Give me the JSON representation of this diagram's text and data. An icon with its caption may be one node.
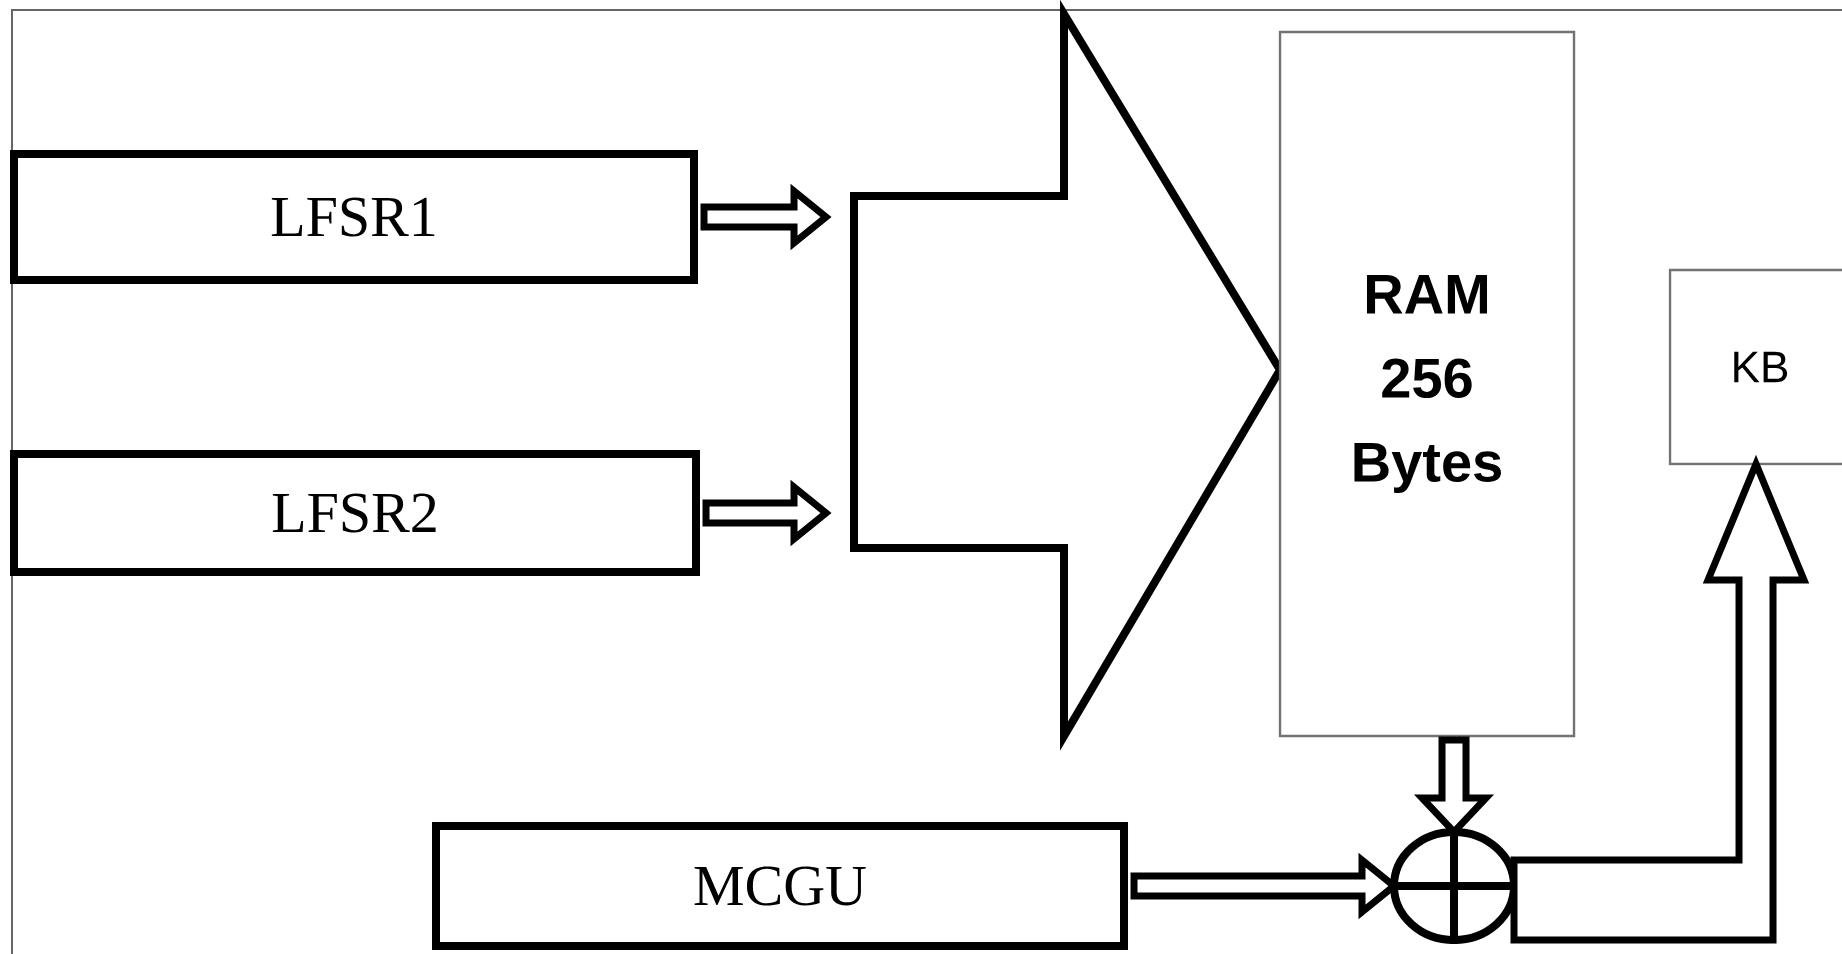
{
  "diagram": {
    "nodes": [
      {
        "text": [
          "LFSR1"
        ]
      },
      {
        "text": [
          "LFSR2"
        ]
      },
      {
        "text": [],
        "shape": "arrow"
      },
      {
        "text": [
          "RAM 256 Bytes"
        ]
      },
      {
        "text": [
          "KB"
        ]
      },
      {
        "text": [
          "MCGU"
        ]
      },
      {
        "text": [],
        "shape": "circle"
      }
    ],
    "edges": [
      {
        "from": 0,
        "to": 2,
        "arrow": "to"
      },
      {
        "from": 1,
        "to": 2,
        "arrow": "to"
      },
      {
        "from": 3,
        "to": 6,
        "arrow": "to"
      },
      {
        "from": 5,
        "to": 6,
        "arrow": "to"
      },
      {
        "from": 6,
        "to": 4,
        "arrow": "to"
      },
      {
        "from": 2,
        "to": 3,
        "arrow": "to"
      }
    ]
  }
}
